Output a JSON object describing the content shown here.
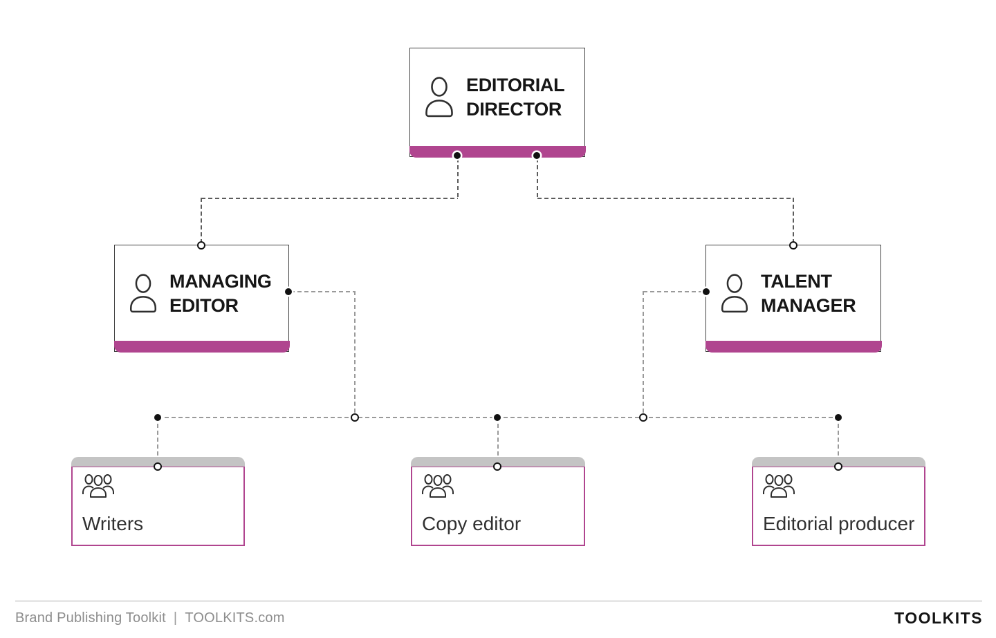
{
  "diagram": {
    "type": "org-chart",
    "nodes": {
      "director": {
        "line1": "EDITORIAL",
        "line2": "DIRECTOR",
        "icon": "person-icon"
      },
      "managing_editor": {
        "line1": "MANAGING",
        "line2": "EDITOR",
        "icon": "person-icon"
      },
      "talent_manager": {
        "line1": "TALENT",
        "line2": "MANAGER",
        "icon": "person-icon"
      },
      "teams": [
        {
          "label": "Writers",
          "icon": "people-group-icon"
        },
        {
          "label": "Copy editor",
          "icon": "people-group-icon"
        },
        {
          "label": "Editorial producer",
          "icon": "people-group-icon"
        }
      ]
    },
    "edges": [
      "EDITORIAL DIRECTOR -> MANAGING EDITOR",
      "EDITORIAL DIRECTOR -> TALENT MANAGER",
      "MANAGING EDITOR -> Writers / Copy editor / Editorial producer (shared line)",
      "TALENT MANAGER -> Writers / Copy editor / Editorial producer (shared line)"
    ]
  },
  "palette": {
    "accent_magenta": "#b0458f",
    "cap_gray": "#c4c4c4",
    "connector_gray": "#9a9a9a",
    "connector_dark": "#5c5c5c",
    "text_dark": "#161616",
    "footer_gray": "#8d8d8d"
  },
  "footer": {
    "brand": "Brand Publishing Toolkit",
    "separator": "|",
    "site": "TOOLKITS.com",
    "logo": "TOOLKITS"
  }
}
